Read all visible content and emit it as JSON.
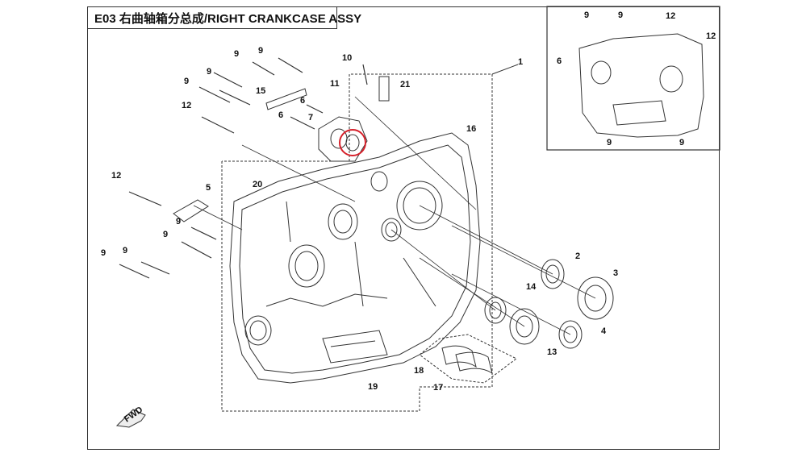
{
  "diagram": {
    "title": "E03 右曲轴箱分总成/RIGHT CRANKCASE ASSY",
    "fwd_label": "FWD",
    "highlight_color": "#d6202a",
    "line_color": "#333333",
    "callouts": [
      "1",
      "2",
      "3",
      "4",
      "5",
      "6",
      "7",
      "9",
      "10",
      "11",
      "12",
      "13",
      "14",
      "15",
      "16",
      "17",
      "18",
      "19",
      "20",
      "21"
    ],
    "inset_callouts": [
      "6",
      "9",
      "12"
    ]
  }
}
